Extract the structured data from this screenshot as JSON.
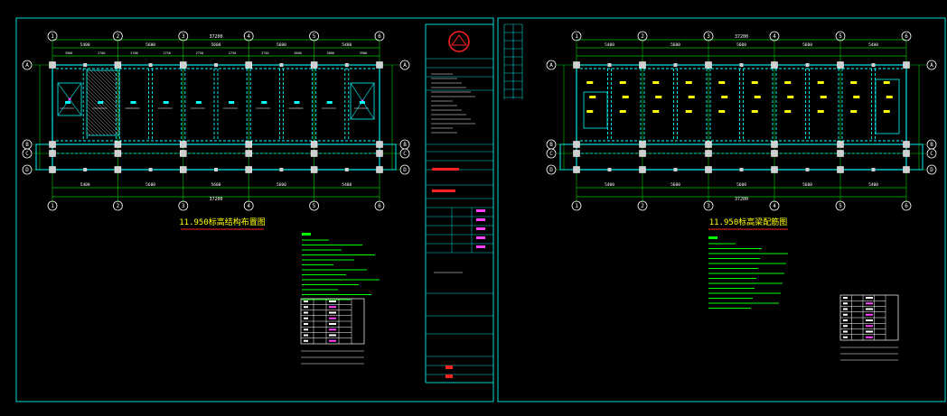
{
  "colors": {
    "background": "#000000",
    "frame": "#00d7d7",
    "axis": "#00c800",
    "wall": "#00c8c8",
    "beam_dash": "#00ffff",
    "column": "#d0d0d0",
    "title": "#ffff00",
    "title_underline": "#ff2020",
    "notes": "#00ff00",
    "red": "#ff2020",
    "white": "#ffffff",
    "yellow": "#ffff00",
    "hatch": "#b0b0b0"
  },
  "drawings": {
    "left": {
      "title": "11.950标高结构布置图",
      "overall_dimension": "37200",
      "top_spans": [
        "5400",
        "5600",
        "5600",
        "5600",
        "5400"
      ],
      "bay_dims": [
        "3900",
        "2700",
        "2700",
        "2750",
        "2750",
        "2750",
        "2750",
        "3600",
        "3000",
        "3900"
      ],
      "row_labels": [
        "A",
        "B",
        "C",
        "D"
      ],
      "col_labels": [
        "1",
        "2",
        "3",
        "4",
        "5",
        "6"
      ]
    },
    "right": {
      "title": "11.950标高梁配筋图",
      "overall_dimension": "37200",
      "top_spans": [
        "5400",
        "5600",
        "5600",
        "5600",
        "5400"
      ],
      "row_labels": [
        "A",
        "B",
        "C",
        "D"
      ],
      "col_labels": [
        "1",
        "2",
        "3",
        "4",
        "5",
        "6"
      ]
    }
  }
}
